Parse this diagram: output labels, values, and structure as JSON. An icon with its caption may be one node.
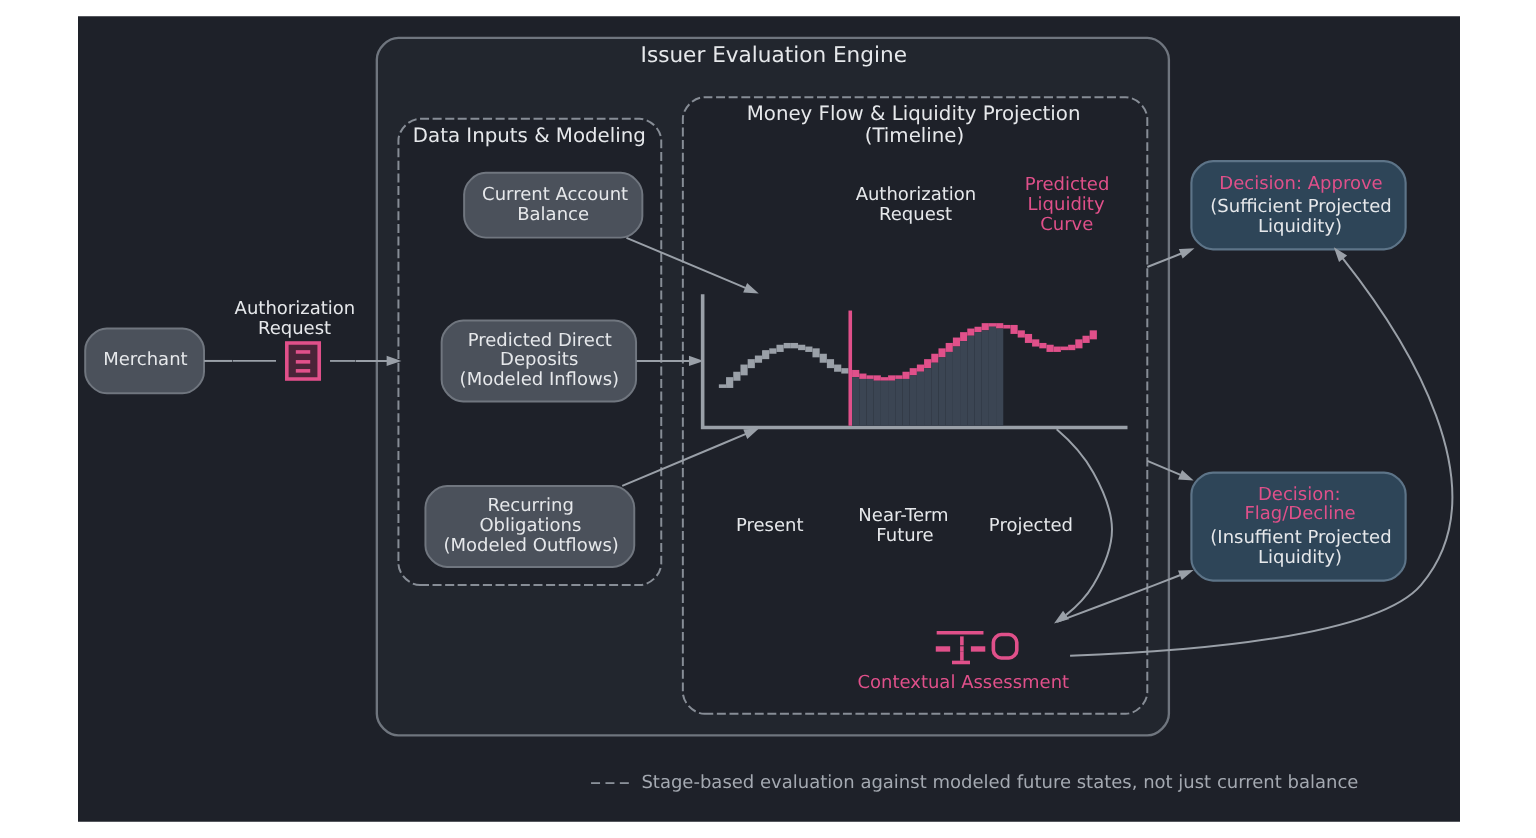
{
  "diagram": {
    "nodes": [
      {
        "text": [
          "Merchant"
        ]
      },
      {
        "text": [],
        "shape": "document",
        "beside": [
          "Authorization Request"
        ]
      },
      {
        "text": [
          "Issuer Evaluation Engine"
        ]
      },
      {
        "text": [
          "Data Inputs & Modeling"
        ],
        "in": 2
      },
      {
        "text": [
          "Current Account Balance"
        ],
        "in": 3
      },
      {
        "text": [
          "Predicted Direct Deposits (Modeled Inflows)"
        ],
        "in": 3
      },
      {
        "text": [
          "Recurring Obligations (Modeled Outflows)"
        ],
        "in": 3
      },
      {
        "text": [
          "Money Flow & Liquidity Projection (Timeline)"
        ],
        "in": 2
      },
      {
        "text": [],
        "shape": "chart",
        "in": 7
      },
      {
        "text": [],
        "shape": "picture",
        "beside": [
          "Contextual Assessment"
        ],
        "in": 7
      },
      {
        "text": [
          "Decision: Approve",
          "(Sufficient Projected Liquidity)"
        ]
      },
      {
        "text": [
          "Decision: Flag/Decline",
          "(Insuffient Projected Liquidity)"
        ]
      }
    ],
    "edges": [
      {
        "from": 0,
        "to": 1,
        "arrow": "none"
      },
      {
        "from": 1,
        "to": 3,
        "arrow": "to"
      },
      {
        "from": 4,
        "to": 8,
        "arrow": "to"
      },
      {
        "from": 5,
        "to": 8,
        "arrow": "to"
      },
      {
        "from": 6,
        "to": 8,
        "arrow": "to"
      },
      {
        "from": 8,
        "to": 9,
        "arrow": "to"
      },
      {
        "from": 7,
        "to": 10,
        "arrow": "to"
      },
      {
        "from": 7,
        "to": 11,
        "arrow": "to"
      },
      {
        "from": 9,
        "to": 10,
        "arrow": "to"
      },
      {
        "from": 9,
        "to": 11,
        "arrow": "to"
      }
    ],
    "labels": [
      "Authorization Request",
      "Predicted Liquidity Curve",
      "Present",
      "Near-Term Future",
      "Projected"
    ],
    "legend": [
      {
        "text": "Stage-based evaluation against modeled future states, not just current balance"
      }
    ]
  }
}
